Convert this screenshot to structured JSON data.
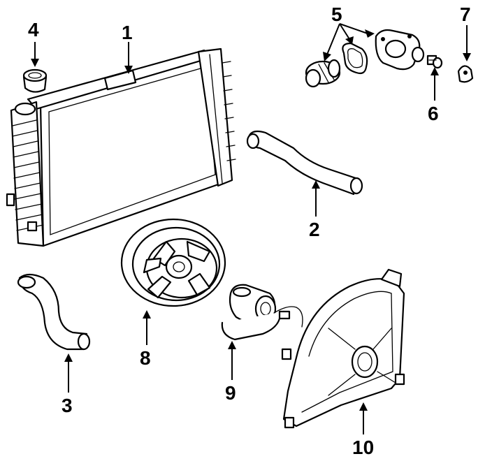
{
  "callouts": {
    "c1": "1",
    "c2": "2",
    "c3": "3",
    "c4": "4",
    "c5": "5",
    "c6": "6",
    "c7": "7",
    "c8": "8",
    "c9": "9",
    "c10": "10"
  },
  "colors": {
    "line": "#000000",
    "background": "#ffffff"
  }
}
